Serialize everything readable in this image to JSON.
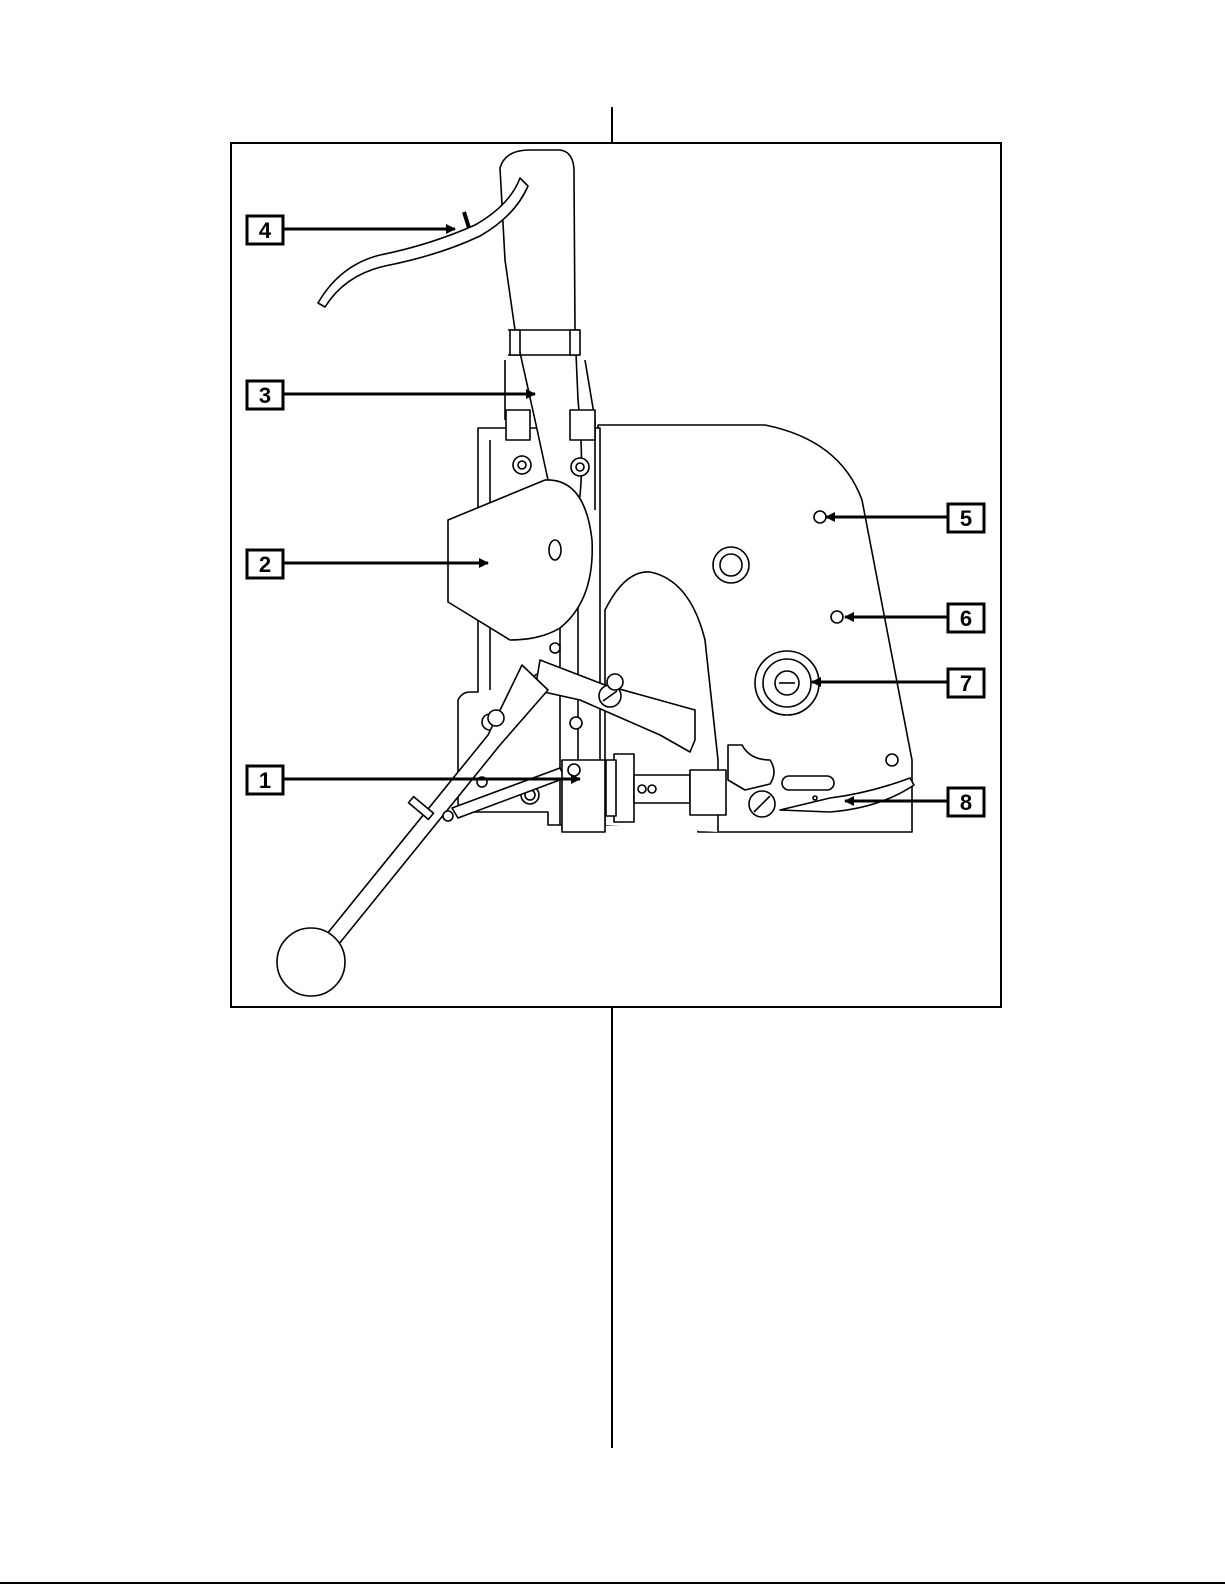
{
  "figure": {
    "callouts": [
      {
        "id": "callout-1",
        "label": "1"
      },
      {
        "id": "callout-2",
        "label": "2"
      },
      {
        "id": "callout-3",
        "label": "3"
      },
      {
        "id": "callout-4",
        "label": "4"
      },
      {
        "id": "callout-5",
        "label": "5"
      },
      {
        "id": "callout-6",
        "label": "6"
      },
      {
        "id": "callout-7",
        "label": "7"
      },
      {
        "id": "callout-8",
        "label": "8"
      }
    ]
  },
  "colors": {
    "ink": "#000000",
    "paper": "#ffffff"
  }
}
